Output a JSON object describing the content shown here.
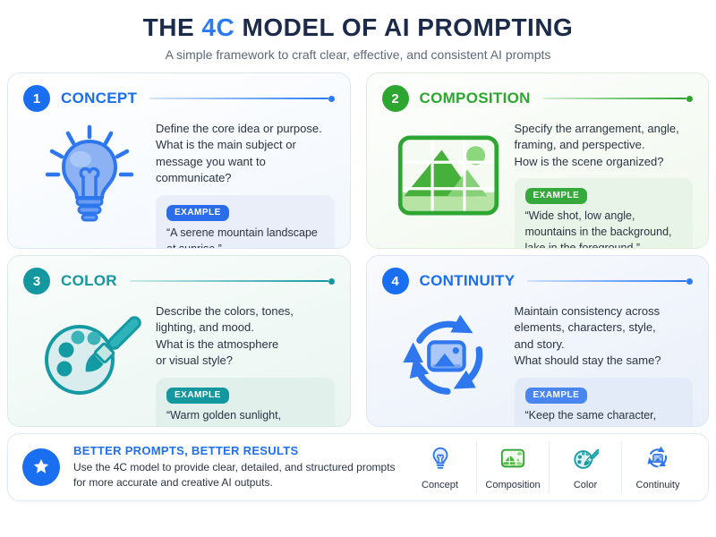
{
  "page": {
    "title_prefix": "THE",
    "title_highlight": "4C",
    "title_suffix": "MODEL OF AI PROMPTING",
    "subtitle": "A simple framework to craft clear, effective, and consistent AI prompts"
  },
  "colors": {
    "navy": "#1d2b4a",
    "blue": "#1a6ef0",
    "green": "#2ca62f",
    "teal": "#13989f"
  },
  "cards": [
    {
      "number": "1",
      "title": "CONCEPT",
      "icon": "lightbulb-icon",
      "description": "Define the core idea or purpose.\nWhat is the main subject or\nmessage you want to communicate?",
      "example_label": "EXAMPLE",
      "example_text": "“A serene mountain landscape\nat sunrise.”"
    },
    {
      "number": "2",
      "title": "COMPOSITION",
      "icon": "framed-image-icon",
      "description": "Specify the arrangement, angle,\nframing, and perspective.\nHow is the scene organized?",
      "example_label": "EXAMPLE",
      "example_text": "“Wide shot, low angle,\nmountains in the background,\nlake in the foreground.”"
    },
    {
      "number": "3",
      "title": "COLOR",
      "icon": "palette-icon",
      "description": "Describe the colors, tones,\nlighting, and mood.\nWhat is the atmosphere\nor visual style?",
      "example_label": "EXAMPLE",
      "example_text": "“Warm golden sunlight,\nsoft shadows, vibrant and natural\ncolors.”"
    },
    {
      "number": "4",
      "title": "CONTINUITY",
      "icon": "cycle-image-icon",
      "description": "Maintain consistency across\nelements, characters, style,\nand story.\nWhat should stay the same?",
      "example_label": "EXAMPLE",
      "example_text": "“Keep the same character,\noutfit, and environment\nacross all scenes.”"
    }
  ],
  "footer": {
    "heading": "BETTER PROMPTS, BETTER RESULTS",
    "body": "Use the 4C model to provide clear, detailed, and structured prompts\nfor more accurate and creative AI outputs.",
    "items": [
      {
        "label": "Concept",
        "icon": "lightbulb-icon"
      },
      {
        "label": "Composition",
        "icon": "framed-image-icon"
      },
      {
        "label": "Color",
        "icon": "palette-icon"
      },
      {
        "label": "Continuity",
        "icon": "cycle-image-icon"
      }
    ]
  }
}
